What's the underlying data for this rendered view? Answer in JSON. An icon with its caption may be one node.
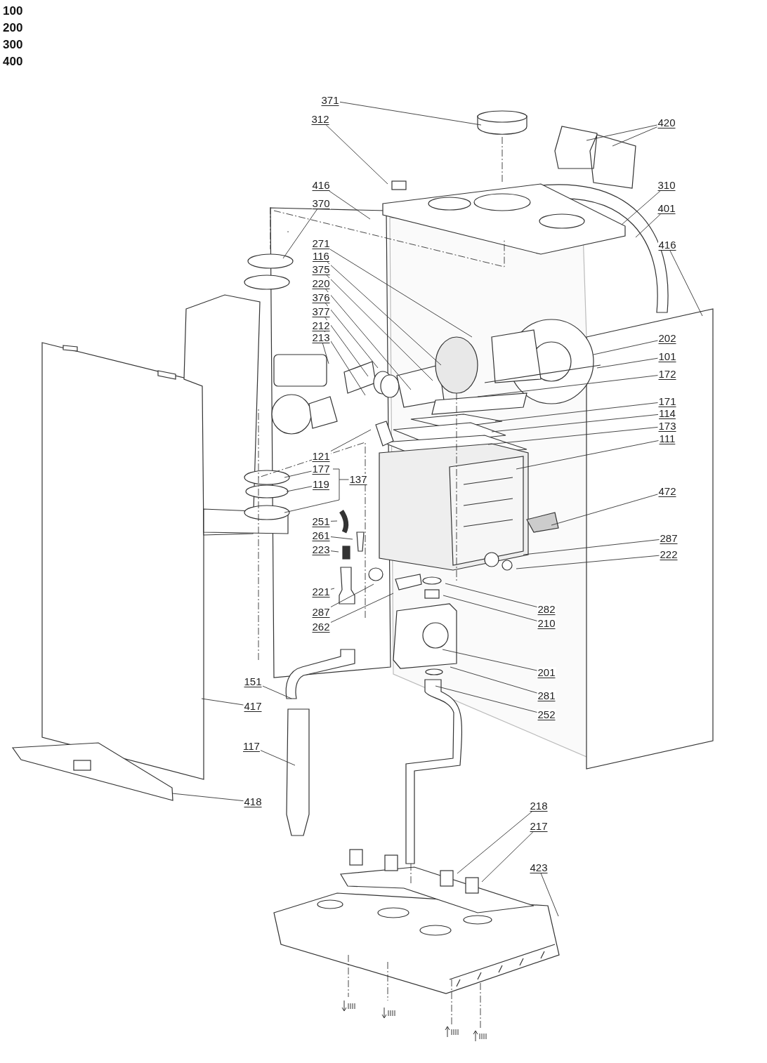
{
  "diagram": {
    "nodes": [
      {
        "text": [
          "371"
        ]
      },
      {
        "text": [
          "312"
        ]
      },
      {
        "text": [
          "420"
        ]
      },
      {
        "text": [
          "416"
        ]
      },
      {
        "text": [
          "310"
        ]
      },
      {
        "text": [
          "370"
        ]
      },
      {
        "text": [
          "401"
        ]
      },
      {
        "text": [
          "416"
        ]
      },
      {
        "text": [
          "271"
        ]
      },
      {
        "text": [
          "116"
        ]
      },
      {
        "text": [
          "375"
        ]
      },
      {
        "text": [
          "220"
        ]
      },
      {
        "text": [
          "376"
        ]
      },
      {
        "text": [
          "377"
        ]
      },
      {
        "text": [
          "212"
        ]
      },
      {
        "text": [
          "213"
        ]
      },
      {
        "text": [
          "202"
        ]
      },
      {
        "text": [
          "101"
        ]
      },
      {
        "text": [
          "172"
        ]
      },
      {
        "text": [
          "171"
        ]
      },
      {
        "text": [
          "114"
        ]
      },
      {
        "text": [
          "173"
        ]
      },
      {
        "text": [
          "111"
        ]
      },
      {
        "text": [
          "121"
        ]
      },
      {
        "text": [
          "177"
        ]
      },
      {
        "text": [
          "137"
        ]
      },
      {
        "text": [
          "119"
        ]
      },
      {
        "text": [
          "472"
        ]
      },
      {
        "text": [
          "251"
        ]
      },
      {
        "text": [
          "261"
        ]
      },
      {
        "text": [
          "223"
        ]
      },
      {
        "text": [
          "287"
        ]
      },
      {
        "text": [
          "222"
        ]
      },
      {
        "text": [
          "221"
        ]
      },
      {
        "text": [
          "287"
        ]
      },
      {
        "text": [
          "262"
        ]
      },
      {
        "text": [
          "282"
        ]
      },
      {
        "text": [
          "210"
        ]
      },
      {
        "text": [
          "201"
        ]
      },
      {
        "text": [
          "151"
        ]
      },
      {
        "text": [
          "417"
        ]
      },
      {
        "text": [
          "281"
        ]
      },
      {
        "text": [
          "252"
        ]
      },
      {
        "text": [
          "117"
        ]
      },
      {
        "text": [
          "418"
        ]
      },
      {
        "text": [
          "218"
        ]
      },
      {
        "text": [
          "217"
        ]
      },
      {
        "text": [
          "423"
        ]
      }
    ],
    "edges": [
      {
        "from": 0,
        "to": null,
        "arrow": "none"
      },
      {
        "from": 1,
        "to": null,
        "arrow": "none"
      },
      {
        "from": 2,
        "to": null,
        "arrow": "none"
      },
      {
        "from": 2,
        "to": null,
        "arrow": "none"
      },
      {
        "from": 3,
        "to": null,
        "arrow": "none"
      },
      {
        "from": 4,
        "to": null,
        "arrow": "none"
      },
      {
        "from": 5,
        "to": null,
        "arrow": "none"
      },
      {
        "from": 6,
        "to": null,
        "arrow": "none"
      },
      {
        "from": 7,
        "to": null,
        "arrow": "none"
      },
      {
        "from": 8,
        "to": null,
        "arrow": "none"
      },
      {
        "from": 9,
        "to": null,
        "arrow": "none"
      },
      {
        "from": 10,
        "to": null,
        "arrow": "none"
      },
      {
        "from": 11,
        "to": null,
        "arrow": "none"
      },
      {
        "from": 12,
        "to": null,
        "arrow": "none"
      },
      {
        "from": 13,
        "to": null,
        "arrow": "none"
      },
      {
        "from": 14,
        "to": null,
        "arrow": "none"
      },
      {
        "from": 15,
        "to": null,
        "arrow": "none"
      },
      {
        "from": 16,
        "to": null,
        "arrow": "none"
      },
      {
        "from": 17,
        "to": null,
        "arrow": "none"
      },
      {
        "from": 18,
        "to": null,
        "arrow": "none"
      },
      {
        "from": 19,
        "to": null,
        "arrow": "none"
      },
      {
        "from": 20,
        "to": null,
        "arrow": "none"
      },
      {
        "from": 21,
        "to": null,
        "arrow": "none"
      },
      {
        "from": 22,
        "to": null,
        "arrow": "none"
      },
      {
        "from": 23,
        "to": null,
        "arrow": "none"
      },
      {
        "from": 24,
        "to": null,
        "arrow": "none"
      },
      {
        "from": 25,
        "to": null,
        "arrow": "none"
      },
      {
        "from": 26,
        "to": null,
        "arrow": "none"
      },
      {
        "from": 27,
        "to": null,
        "arrow": "none"
      },
      {
        "from": 28,
        "to": null,
        "arrow": "none"
      },
      {
        "from": 29,
        "to": null,
        "arrow": "none"
      },
      {
        "from": 30,
        "to": null,
        "arrow": "none"
      },
      {
        "from": 31,
        "to": null,
        "arrow": "none"
      },
      {
        "from": 32,
        "to": null,
        "arrow": "none"
      },
      {
        "from": 33,
        "to": null,
        "arrow": "none"
      },
      {
        "from": 34,
        "to": null,
        "arrow": "none"
      },
      {
        "from": 35,
        "to": null,
        "arrow": "none"
      },
      {
        "from": 36,
        "to": null,
        "arrow": "none"
      },
      {
        "from": 37,
        "to": null,
        "arrow": "none"
      },
      {
        "from": 38,
        "to": null,
        "arrow": "none"
      },
      {
        "from": 39,
        "to": null,
        "arrow": "none"
      },
      {
        "from": 40,
        "to": null,
        "arrow": "none"
      },
      {
        "from": 41,
        "to": null,
        "arrow": "none"
      },
      {
        "from": 42,
        "to": null,
        "arrow": "none"
      },
      {
        "from": 43,
        "to": null,
        "arrow": "none"
      },
      {
        "from": 44,
        "to": null,
        "arrow": "none"
      },
      {
        "from": 45,
        "to": null,
        "arrow": "none"
      },
      {
        "from": 46,
        "to": null,
        "arrow": "none"
      },
      {
        "from": 47,
        "to": null,
        "arrow": "none"
      }
    ],
    "labels": [
      "100",
      "200",
      "300",
      "400"
    ]
  }
}
